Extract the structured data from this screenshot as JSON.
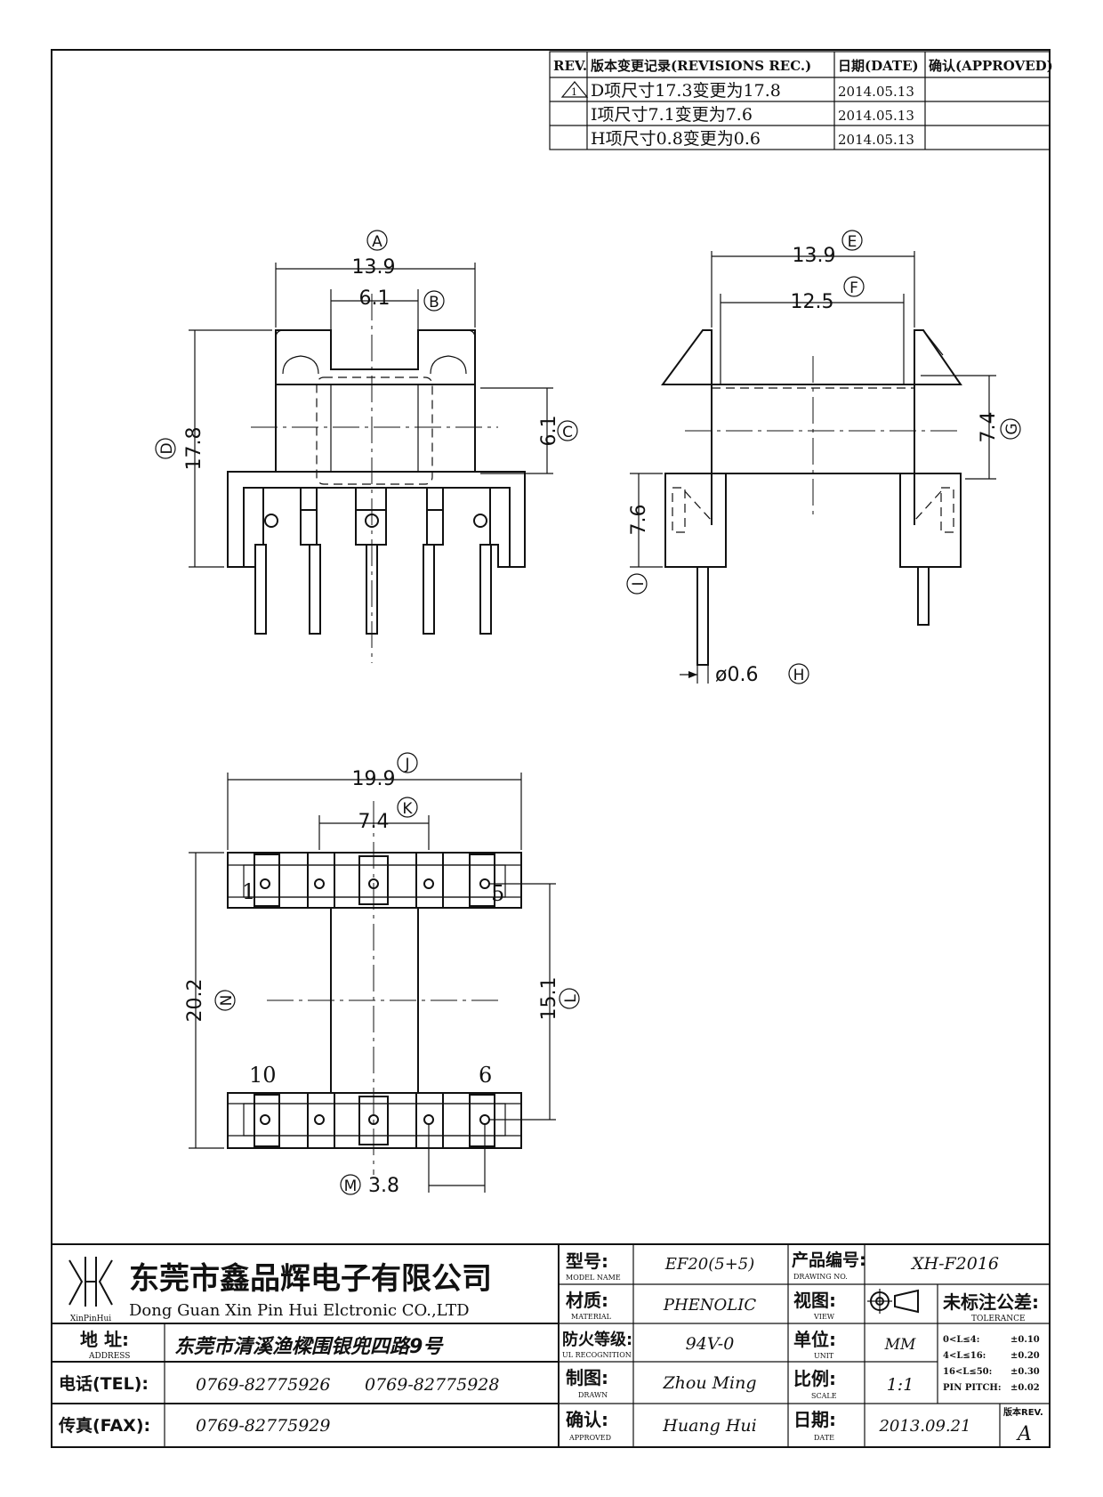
{
  "revisions": {
    "headers": {
      "rev": "REV.",
      "record": "版本变更记录(REVISIONS REC.)",
      "date": "日期(DATE)",
      "approved": "确认(APPROVED)"
    },
    "rows": [
      {
        "rev": "1",
        "record": "D项尺寸17.3变更为17.8",
        "date": "2014.05.13",
        "approved": ""
      },
      {
        "rev": "",
        "record": "I项尺寸7.1变更为7.6",
        "date": "2014.05.13",
        "approved": ""
      },
      {
        "rev": "",
        "record": "H项尺寸0.8变更为0.6",
        "date": "2014.05.13",
        "approved": ""
      }
    ]
  },
  "dimensions": {
    "A": {
      "label": "A",
      "value": "13.9"
    },
    "B": {
      "label": "B",
      "value": "6.1"
    },
    "C": {
      "label": "C",
      "value": "6.1"
    },
    "D": {
      "label": "D",
      "value": "17.8"
    },
    "E": {
      "label": "E",
      "value": "13.9"
    },
    "F": {
      "label": "F",
      "value": "12.5"
    },
    "G": {
      "label": "G",
      "value": "7.4"
    },
    "H": {
      "label": "H",
      "value": "ø0.6"
    },
    "I": {
      "label": "I",
      "value": "7.6"
    },
    "J": {
      "label": "J",
      "value": "19.9"
    },
    "K": {
      "label": "K",
      "value": "7.4"
    },
    "L": {
      "label": "L",
      "value": "15.1"
    },
    "M": {
      "label": "M",
      "value": "3.8"
    },
    "N": {
      "label": "N",
      "value": "20.2"
    }
  },
  "pin_labels": {
    "p1": "1",
    "p5": "5",
    "p10": "10",
    "p6": "6"
  },
  "title_block": {
    "logo_text": "XinPinHui",
    "company_cn": "东莞市鑫品辉电子有限公司",
    "company_en": "Dong Guan Xin Pin Hui Elctronic CO.,LTD",
    "address_label": "地  址:",
    "address_sub": "ADDRESS",
    "address": "东莞市清溪渔樑围银兜四路9号",
    "tel_label": "电话(TEL):",
    "tel1": "0769-82775926",
    "tel2": "0769-82775928",
    "fax_label": "传真(FAX):",
    "fax": "0769-82775929",
    "model_label": "型号:",
    "model_sub": "MODEL NAME",
    "model": "EF20(5+5)",
    "material_label": "材质:",
    "material_sub": "MATERIAL",
    "material": "PHENOLIC",
    "ul_label": "防火等级:",
    "ul_sub": "UL RECOGNITION",
    "ul": "94V-0",
    "drawn_label": "制图:",
    "drawn_sub": "DRAWN",
    "drawn": "Zhou Ming",
    "approved_label": "确认:",
    "approved_sub": "APPROVED",
    "approved": "Huang Hui",
    "drawing_no_label": "产品编号:",
    "drawing_no_sub": "DRAWING NO.",
    "drawing_no": "XH-F2016",
    "view_label": "视图:",
    "view_sub": "VIEW",
    "unit_label": "单位:",
    "unit_sub": "UNIT",
    "unit": "MM",
    "scale_label": "比例:",
    "scale_sub": "SCALE",
    "scale": "1:1",
    "date_label": "日期:",
    "date_sub": "DATE",
    "date": "2013.09.21",
    "tolerance_label": "未标注公差:",
    "tolerance_sub": "TOLERANCE",
    "tolerances": [
      {
        "range": "0<L≤4:",
        "value": "±0.10"
      },
      {
        "range": "4<L≤16:",
        "value": "±0.20"
      },
      {
        "range": "16<L≤50:",
        "value": "±0.30"
      },
      {
        "range": "PIN PITCH:",
        "value": "±0.02"
      }
    ],
    "rev_label": "版本REV.",
    "rev": "A"
  }
}
